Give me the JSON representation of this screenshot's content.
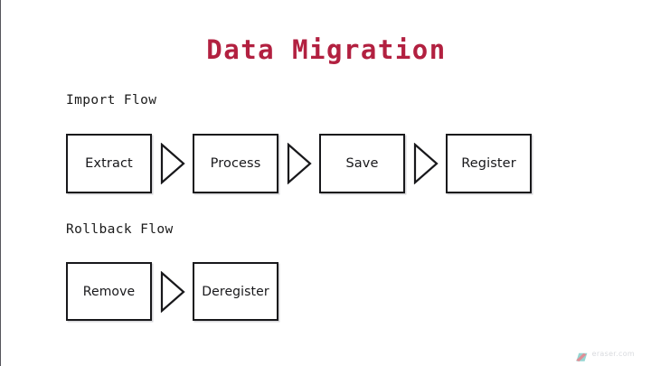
{
  "title": "Data Migration",
  "theme": {
    "background": "#ffffff",
    "title_color": "#b22040",
    "node_border": "#18181b",
    "node_fill": "#ffffff",
    "text_color": "#18181b",
    "label_color": "#1a1a1a",
    "arrow_color": "#18181b",
    "watermark_color": "#b9bcc4"
  },
  "flows": [
    {
      "label": "Import Flow",
      "nodes": [
        {
          "label": "Extract"
        },
        {
          "label": "Process"
        },
        {
          "label": "Save"
        },
        {
          "label": "Register"
        }
      ],
      "connector": "triangle-arrow-right"
    },
    {
      "label": "Rollback Flow",
      "nodes": [
        {
          "label": "Remove"
        },
        {
          "label": "Deregister"
        }
      ],
      "connector": "triangle-arrow-right"
    }
  ],
  "watermark": {
    "text": "eraser.com",
    "mark_color_primary": "#c83241",
    "mark_color_secondary": "#3fb6ae"
  }
}
